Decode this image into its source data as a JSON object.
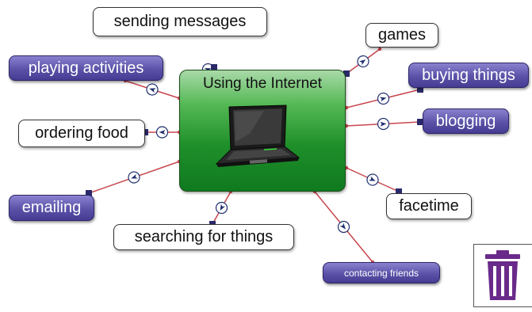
{
  "central": {
    "title": "Using the Internet",
    "image": "laptop-icon"
  },
  "nodes": [
    {
      "id": "sending-messages",
      "label": "sending messages",
      "style": "white"
    },
    {
      "id": "games",
      "label": "games",
      "style": "white"
    },
    {
      "id": "playing-activities",
      "label": "playing activities",
      "style": "purple"
    },
    {
      "id": "buying-things",
      "label": "buying things",
      "style": "purple"
    },
    {
      "id": "ordering-food",
      "label": "ordering food",
      "style": "white"
    },
    {
      "id": "blogging",
      "label": "blogging",
      "style": "purple"
    },
    {
      "id": "emailing",
      "label": "emailing",
      "style": "purple"
    },
    {
      "id": "facetime",
      "label": "facetime",
      "style": "white"
    },
    {
      "id": "searching-for-things",
      "label": "searching for things",
      "style": "white"
    },
    {
      "id": "contacting-friends",
      "label": "contacting friends",
      "style": "purple"
    }
  ],
  "colors": {
    "link": "#c8464e",
    "node_purple": "#5b52a8",
    "central_green": "#1f8f2a",
    "trash_purple": "#6a2a8a"
  },
  "icons": {
    "trash": "trash-icon",
    "link_arrow": "arrow-circle-icon"
  }
}
